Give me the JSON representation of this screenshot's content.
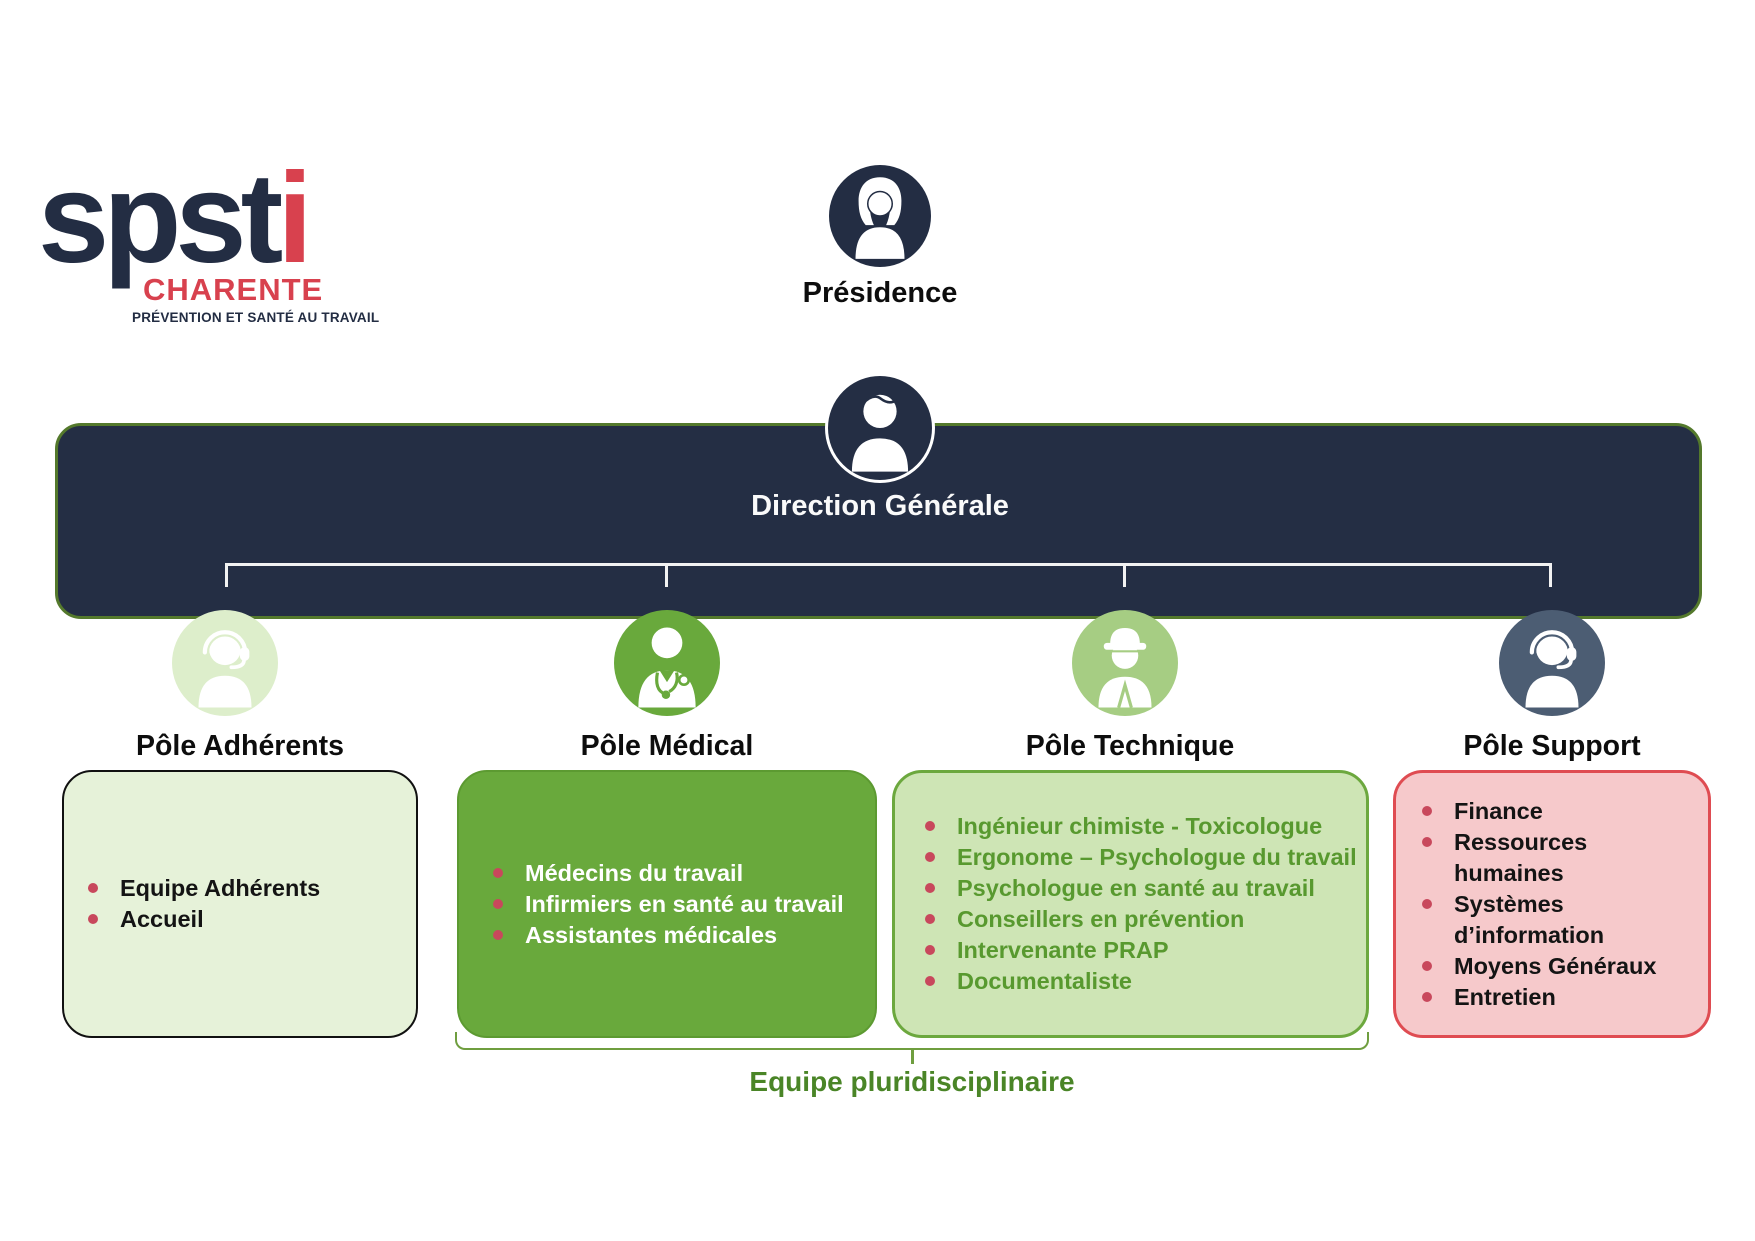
{
  "logo": {
    "brand_prefix": "spst",
    "brand_accent": "i",
    "region": "CHARENTE",
    "tagline": "PRÉVENTION ET SANTÉ AU TRAVAIL"
  },
  "presidence": {
    "title": "Présidence",
    "icon": "female-user-icon"
  },
  "direction_generale": {
    "title": "Direction Générale",
    "icon": "male-user-icon"
  },
  "poles": [
    {
      "id": "adherents",
      "title": "Pôle Adhérents",
      "icon": "headset-agent-icon",
      "items": [
        "Equipe Adhérents",
        "Accueil"
      ]
    },
    {
      "id": "medical",
      "title": "Pôle Médical",
      "icon": "doctor-icon",
      "items": [
        "Médecins du travail",
        "Infirmiers en santé au travail",
        "Assistantes médicales"
      ]
    },
    {
      "id": "technique",
      "title": "Pôle Technique",
      "icon": "construction-worker-icon",
      "items": [
        "Ingénieur chimiste - Toxicologue",
        "Ergonome – Psychologue du travail",
        "Psychologue en santé au travail",
        "Conseillers en prévention",
        "Intervenante PRAP",
        "Documentaliste"
      ]
    },
    {
      "id": "support",
      "title": "Pôle Support",
      "icon": "headset-agent-icon",
      "items": [
        "Finance",
        "Ressources humaines",
        "Systèmes d’information",
        "Moyens Généraux",
        "Entretien"
      ]
    }
  ],
  "team_bracket": {
    "label": "Equipe pluridisciplinaire"
  },
  "colors": {
    "navy": "#242e44",
    "logo_red": "#d8414e",
    "bullet_red": "#c8485c",
    "green_medium": "#69a93c",
    "green_light_box": "#cee5b5",
    "green_pale_box": "#e6f2d9",
    "green_icon_pale": "#ddeecb",
    "green_icon_light": "#a6cd83",
    "slate_blue": "#4c5d73",
    "pink_box": "#f6c9cb",
    "pink_border": "#df4c52",
    "bar_border_green": "#54792c",
    "bracket_green": "#6f9e3f",
    "technique_text_green": "#58992f"
  }
}
